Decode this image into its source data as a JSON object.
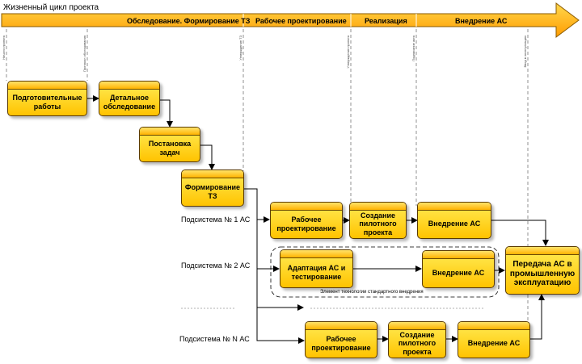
{
  "title": "Жизненный цикл проекта",
  "phases": [
    {
      "label": "Обследование. Формирование ТЗ"
    },
    {
      "label": "Рабочее проектирование"
    },
    {
      "label": "Реализация"
    },
    {
      "label": "Внедрение АС"
    }
  ],
  "milestones": [
    {
      "text": "Начало проекта"
    },
    {
      "text": "Протокол обследования"
    },
    {
      "text": "Утверждение ТЗ"
    },
    {
      "text": "Утверждение проекта"
    },
    {
      "text": "Подписание акта"
    },
    {
      "text": "Ввод в эксплуатацию"
    }
  ],
  "boxes": {
    "prep": "Подготовительные работы",
    "survey": "Детальное обследование",
    "task": "Постановка задач",
    "tz": "Формирование ТЗ",
    "s1_design": "Рабочее проектирование",
    "s1_pilot": "Создание пилотного проекта",
    "s1_deploy": "Внедрение АС",
    "s2_adapt": "Адаптация АС и тестирование",
    "s2_deploy": "Внедрение АС",
    "handover": "Передача АС в промышленную эксплуатацию",
    "sn_design": "Рабочее проектирование",
    "sn_pilot": "Создание пилотного проекта",
    "sn_deploy": "Внедрение АС"
  },
  "subsystems": {
    "s1": "Подсистема № 1 АС",
    "s2": "Подсистема № 2 АС",
    "sn": "Подсистема № N АС"
  },
  "group_label": "Элемент технологии стандартного внедрения",
  "colors": {
    "arrow_fill": "#ffb400",
    "arrow_stroke": "#8a5a00",
    "box_top": "#ffec55",
    "box_bottom": "#ffc300",
    "connector": "#000000"
  }
}
